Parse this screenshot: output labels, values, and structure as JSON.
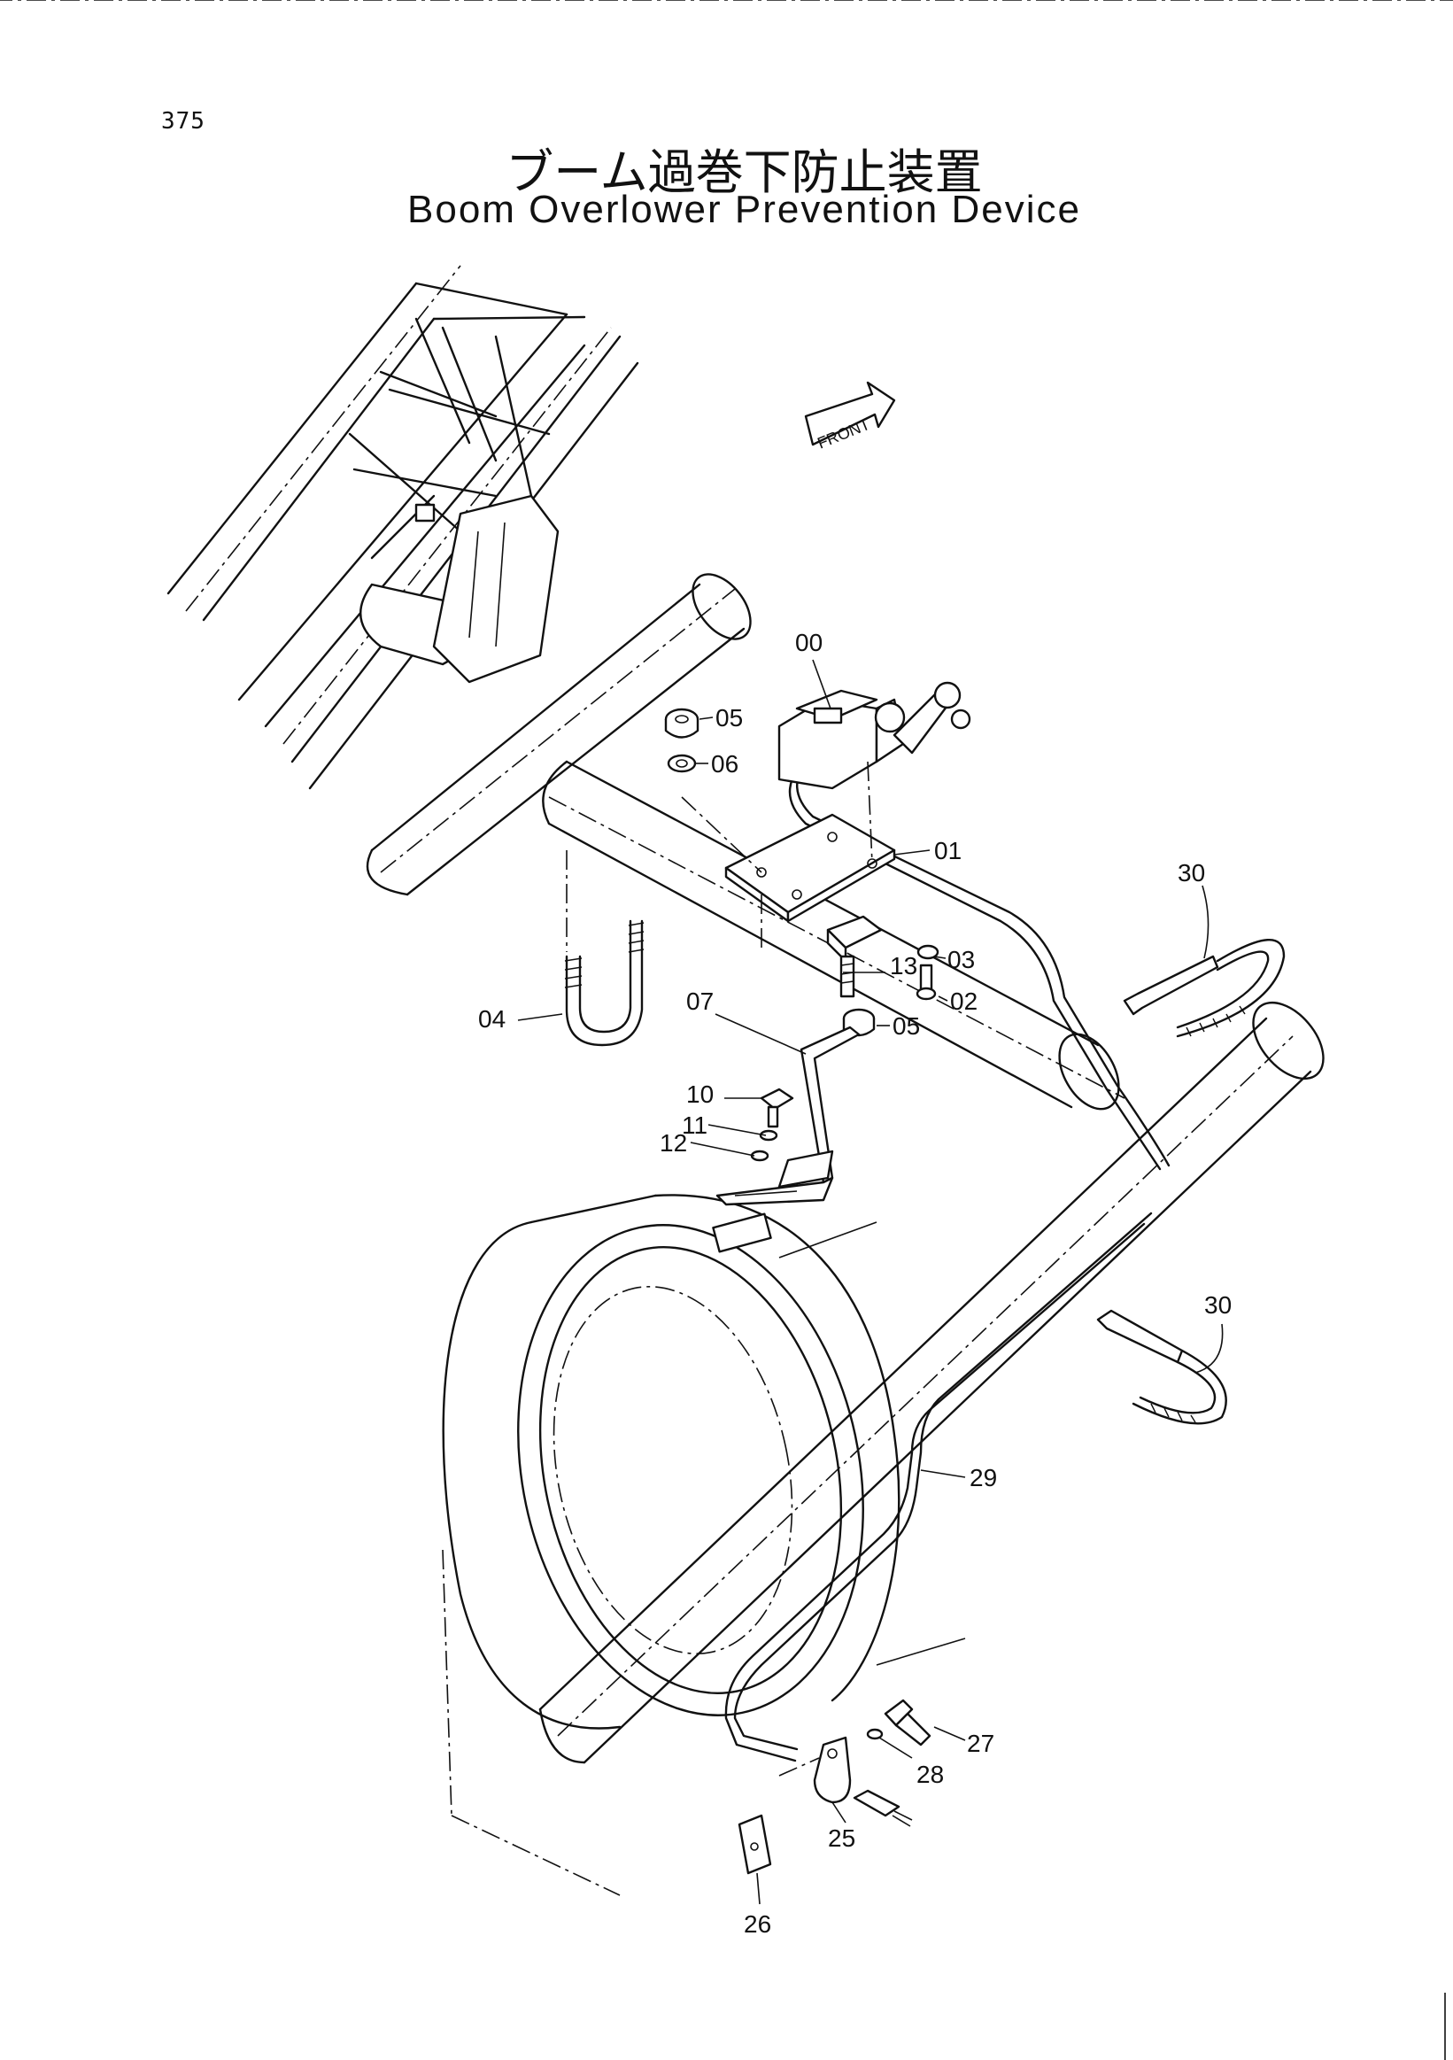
{
  "header": {
    "page_number": "375",
    "title_jp": "ブーム過巻下防止装置",
    "title_en": "Boom Overlower Prevention Device"
  },
  "diagram": {
    "direction_label": "FRONT",
    "callouts": [
      {
        "id": "00",
        "label": "00"
      },
      {
        "id": "01",
        "label": "01"
      },
      {
        "id": "02",
        "label": "02"
      },
      {
        "id": "03",
        "label": "03"
      },
      {
        "id": "04",
        "label": "04"
      },
      {
        "id": "05a",
        "label": "05"
      },
      {
        "id": "05b",
        "label": "05"
      },
      {
        "id": "06",
        "label": "06"
      },
      {
        "id": "07",
        "label": "07"
      },
      {
        "id": "10",
        "label": "10"
      },
      {
        "id": "11",
        "label": "11"
      },
      {
        "id": "12",
        "label": "12"
      },
      {
        "id": "13",
        "label": "13"
      },
      {
        "id": "25",
        "label": "25"
      },
      {
        "id": "26",
        "label": "26"
      },
      {
        "id": "27",
        "label": "27"
      },
      {
        "id": "28",
        "label": "28"
      },
      {
        "id": "29",
        "label": "29"
      },
      {
        "id": "30a",
        "label": "30"
      },
      {
        "id": "30b",
        "label": "30"
      }
    ]
  }
}
